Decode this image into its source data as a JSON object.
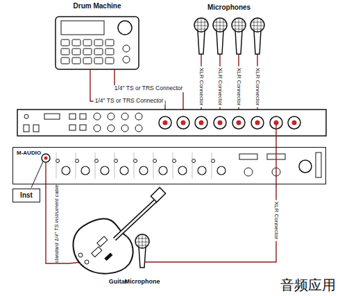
{
  "diagram": {
    "nodes": [
      {
        "text": [
          "Drum Machine"
        ]
      },
      {
        "text": [
          "M-AUDIO"
        ]
      },
      {
        "text": [
          "Inst"
        ]
      },
      {
        "text": [
          "Guitar"
        ]
      },
      {
        "text": [
          "Microphone"
        ]
      }
    ],
    "edges": [
      {
        "from": 3,
        "to": 1,
        "arrow": "none",
        "label": "standard 1/4\" TS instrument cable"
      }
    ],
    "labels": [
      "1/4\" TS or TRS Connector",
      "1/4\" TS or TRS Connector",
      "Microphones",
      "XLR Connector",
      "XLR Connector",
      "XLR Connector",
      "XLR Connector",
      "XLR Connector",
      "音频应用"
    ]
  }
}
